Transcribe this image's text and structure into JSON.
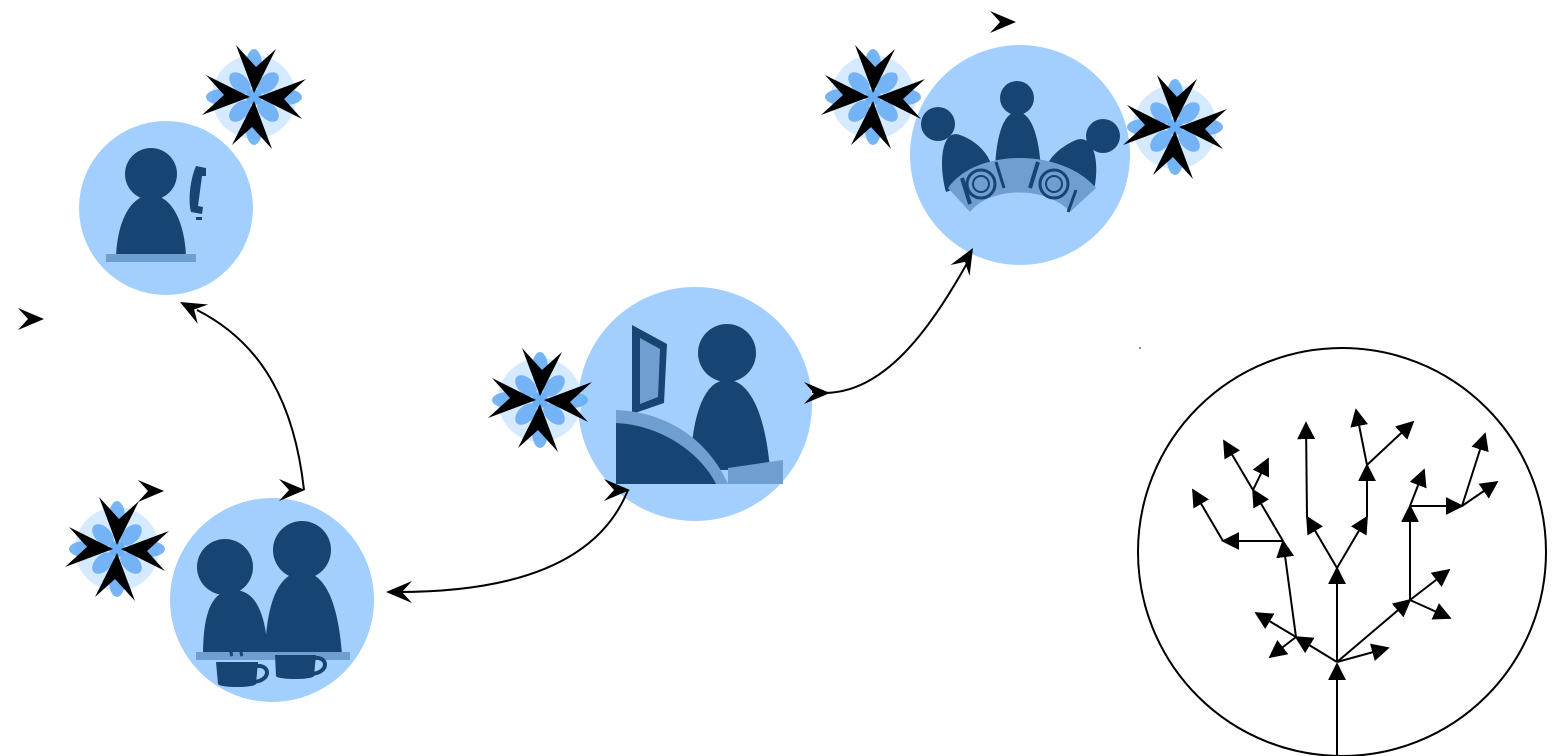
{
  "colors": {
    "circle_fill": "#a3cfff",
    "figure_fill": "#164473",
    "sparkle_halo": "#d6eaff",
    "sparkle_petal": "#6aaef5",
    "ink": "#000000"
  },
  "nodes": [
    {
      "id": "phone-call",
      "icon": "person-phone-icon"
    },
    {
      "id": "coffee-meeting",
      "icon": "two-people-coffee-icon"
    },
    {
      "id": "presentation",
      "icon": "person-at-screen-icon"
    },
    {
      "id": "group-dinner",
      "icon": "group-dining-icon"
    },
    {
      "id": "decision-tree",
      "icon": "branching-tree-icon"
    }
  ],
  "connections": [
    {
      "from": "coffee-meeting",
      "to": "phone-call"
    },
    {
      "from": "presentation",
      "to": "coffee-meeting"
    },
    {
      "from": "presentation",
      "to": "group-dinner"
    }
  ],
  "decorations": {
    "sparkle_icon": "sparkle-icon",
    "arrowhead_icon": "arrowhead-icon"
  }
}
